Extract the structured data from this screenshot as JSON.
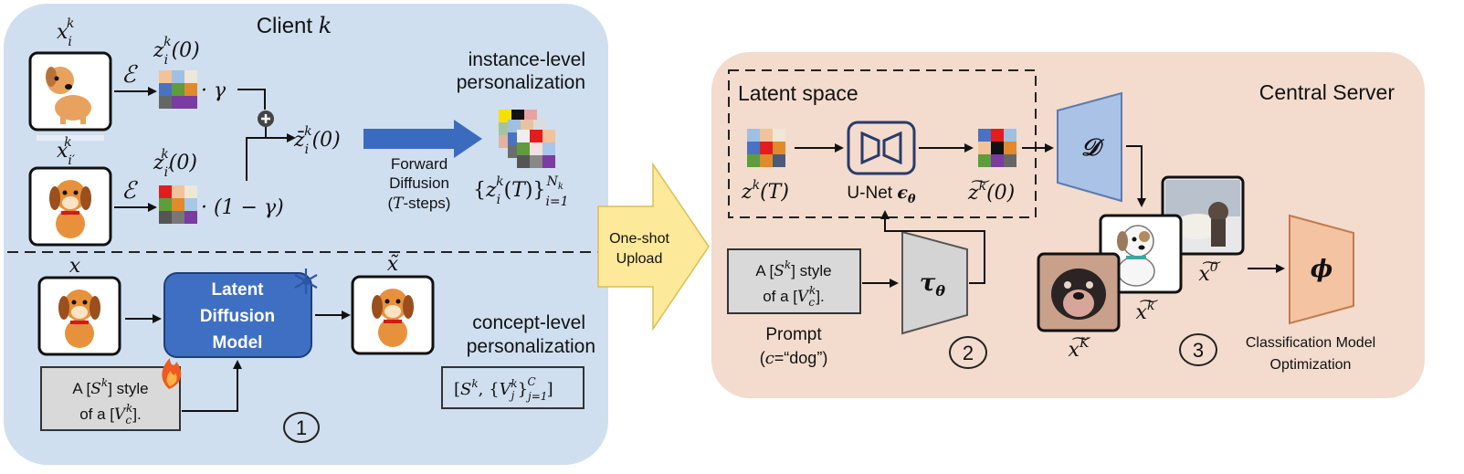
{
  "client": {
    "title": "Client k",
    "vars": {
      "x_i": "x_i^k",
      "x_i_prime": "x_{i'}^k",
      "x": "x",
      "x_tilde": "x̃",
      "z_i0": "z_i^k(0)",
      "z_iprime0": "z_{i'}^k(0)",
      "z_bar": "z̄_i^k(0)",
      "gamma_mult": "· γ",
      "one_minus_gamma_mult": "· (1 − γ)",
      "encoder_symbol": "ℰ"
    },
    "instance_level": {
      "line1": "instance-level",
      "line2": "personalization"
    },
    "forward_diffusion": {
      "line1": "Forward",
      "line2": "Diffusion",
      "line3": "(T-steps)"
    },
    "z_set": "{z_i^k(T)}_{i=1}^{N_k}",
    "ldm": {
      "line1": "Latent",
      "line2": "Diffusion",
      "line3": "Model"
    },
    "client_prompt": {
      "line1": "A [S^k] style",
      "line2": "of a [V_c^k]."
    },
    "concept_level": {
      "line1": "concept-level",
      "line2": "personalization"
    },
    "concept_set": "[S^k, {V_j^k}_{j=1}^C]",
    "step_marker": "1"
  },
  "upload": {
    "line1": "One-shot",
    "line2": "Upload"
  },
  "server": {
    "title": "Central Server",
    "latent_space": "Latent space",
    "zT": "z^k(T)",
    "unet": "U-Net ε_θ",
    "z0_tilde": "z̃^k(0)",
    "decoder": "𝒟",
    "tau": "τ_θ",
    "prompt_box": {
      "line1": "A [S^k] style",
      "line2": "of a [V_c^k]."
    },
    "prompt_label": "Prompt",
    "prompt_condition": "(c=“dog”)",
    "step2": "2",
    "x_tilde_K": "x̃^K",
    "x_tilde_k": "x̃^k",
    "x_tilde_0": "x̃^0",
    "phi": "ϕ",
    "step3": "3",
    "classification": {
      "line1": "Classification Model",
      "line2": "Optimization"
    }
  },
  "colors": {
    "client_bg": "#cfdff0",
    "server_bg": "#f3dccd",
    "ldm_fill": "#3f6fc2",
    "decoder_fill": "#a9c2e6",
    "tau_fill": "#d4d4d4",
    "phi_fill": "#f4c3a1",
    "upload_fill": "#fde99a",
    "arrow_blue": "#3b6bbf"
  }
}
